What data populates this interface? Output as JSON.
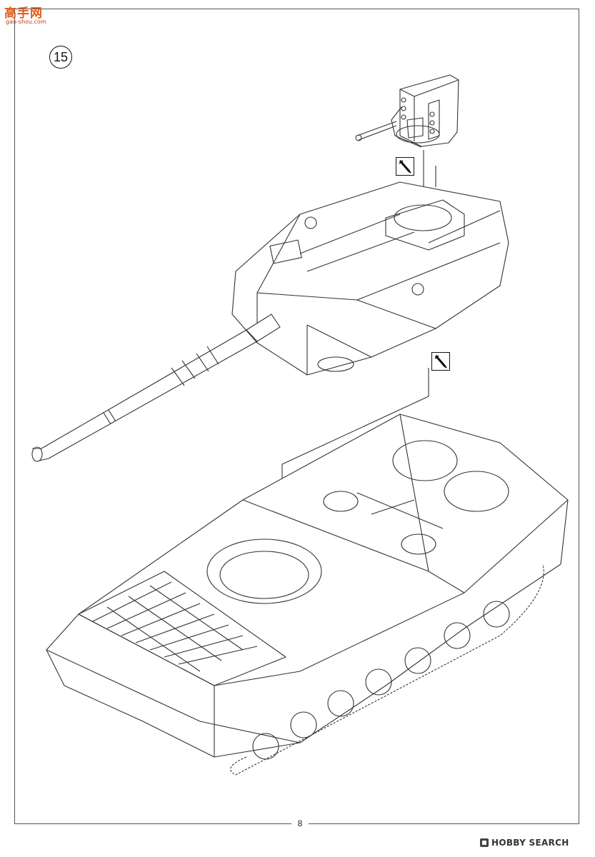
{
  "watermark": {
    "title": "高手网",
    "url": "gao-shou.com"
  },
  "step": {
    "number": "15"
  },
  "page": {
    "number": "8"
  },
  "footer": {
    "brand": "HOBBY SEARCH"
  },
  "icons": {
    "glue": "glue-bottle-icon",
    "step_marker": "circle-number"
  }
}
